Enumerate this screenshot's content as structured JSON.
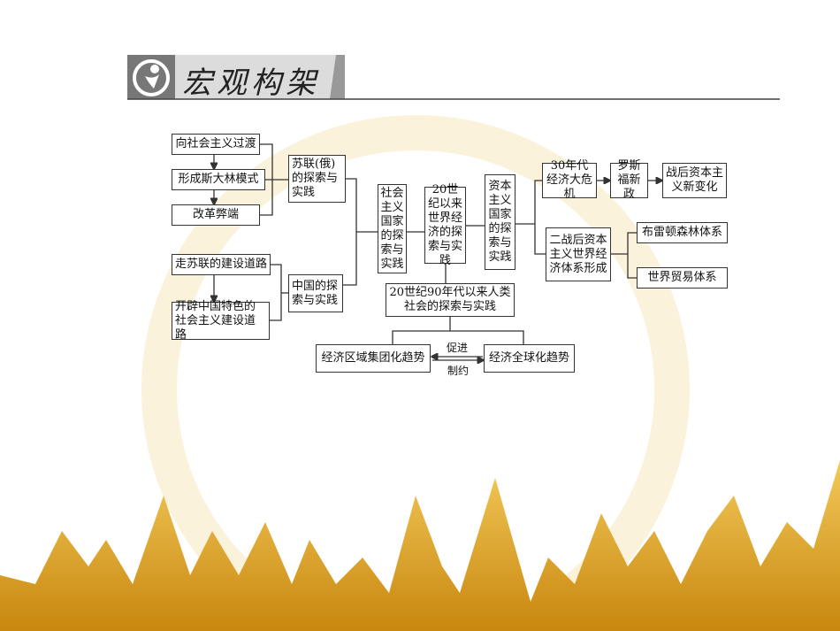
{
  "header": {
    "title": "宏观构架",
    "logo_icon": "person-circle-icon"
  },
  "diagram": {
    "ussr_steps": [
      "向社会主义过渡",
      "形成斯大林模式",
      "改革弊端"
    ],
    "ussr": "苏联(俄)的探索与实践",
    "china_steps": [
      "走苏联的建设道路",
      "开辟中国特色的社会主义建设道路"
    ],
    "china": "中国的探索与实践",
    "socialist": "社会主义国家的探索与实践",
    "center": "20世纪以来世界经济的探索与实践",
    "capitalist": "资本主义国家的探索与实践",
    "crisis": "30年代经济大危机",
    "new_deal": "罗斯福新政",
    "postwar_change": "战后资本主义新变化",
    "postwar_system": "二战后资本主义世界经济体系形成",
    "bretton_woods": "布雷顿森林体系",
    "wto": "世界贸易体系",
    "since_90s": "20世纪90年代以来人类社会的探索与实践",
    "regional": "经济区域集团化趋势",
    "global": "经济全球化趋势",
    "promote": "促进",
    "restrict": "制约"
  },
  "colors": {
    "banner": "#dcdcdc",
    "banner_dark": "#777777",
    "mountain": "#e2a92a"
  }
}
